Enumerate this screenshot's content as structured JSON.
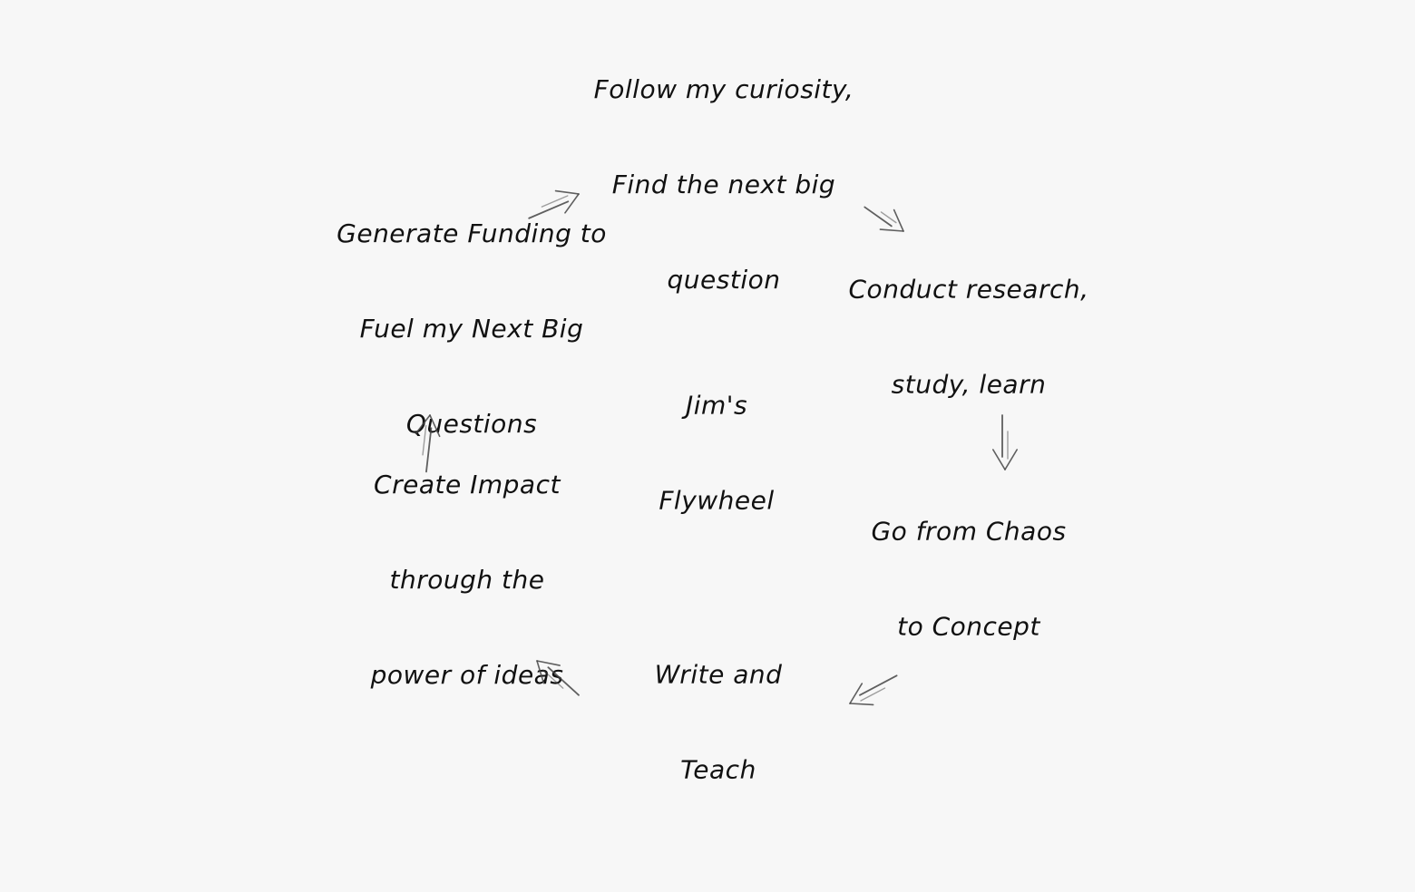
{
  "title_lines": [
    "Jim's",
    "Flywheel"
  ],
  "steps": [
    {
      "lines": [
        "Follow my curiosity,",
        "Find the next big",
        "question"
      ]
    },
    {
      "lines": [
        "Conduct research,",
        "study, learn"
      ]
    },
    {
      "lines": [
        "Go from Chaos",
        "to Concept"
      ]
    },
    {
      "lines": [
        "Write and",
        "Teach"
      ]
    },
    {
      "lines": [
        "Create Impact",
        "through the",
        "power of ideas"
      ]
    },
    {
      "lines": [
        "Generate Funding to",
        "Fuel my Next Big",
        "Questions"
      ]
    }
  ],
  "colors": {
    "background": "#f7f7f7",
    "text": "#111111",
    "arrow": "#444444"
  }
}
